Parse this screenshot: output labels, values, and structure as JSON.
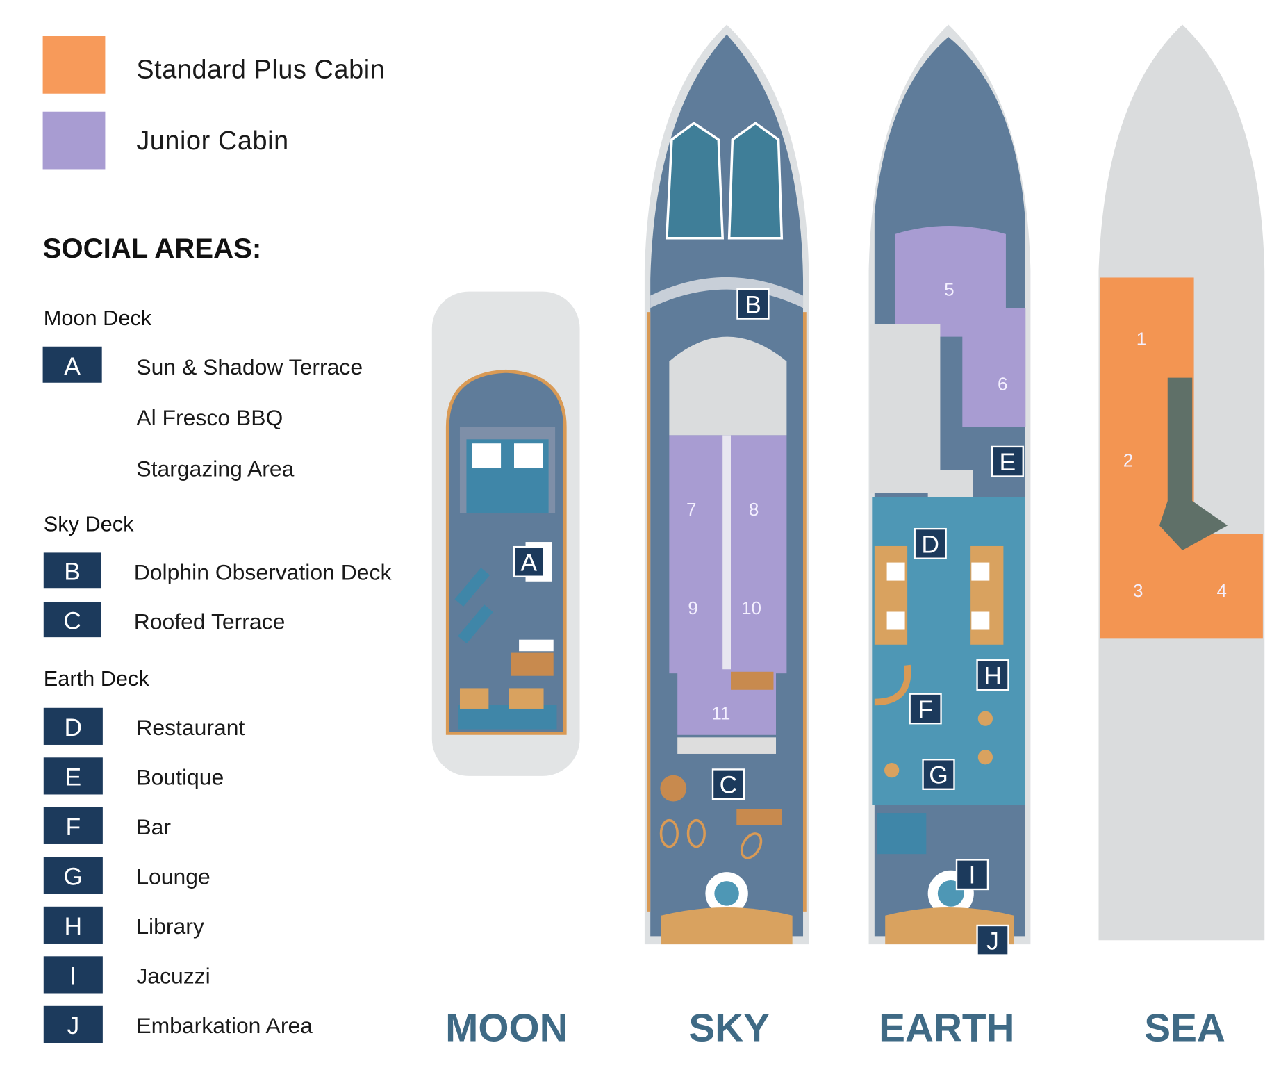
{
  "legend": [
    {
      "label": "Standard Plus Cabin",
      "color": "#F79A5A"
    },
    {
      "label": "Junior Cabin",
      "color": "#A89CD2"
    }
  ],
  "social_title": "SOCIAL AREAS:",
  "groups": [
    {
      "deck": "Moon Deck",
      "items": [
        {
          "key": "A",
          "labels": [
            "Sun & Shadow Terrace",
            "Al Fresco BBQ",
            "Stargazing Area"
          ]
        }
      ]
    },
    {
      "deck": "Sky Deck",
      "items": [
        {
          "key": "B",
          "labels": [
            "Dolphin Observation Deck"
          ]
        },
        {
          "key": "C",
          "labels": [
            "Roofed Terrace"
          ]
        }
      ]
    },
    {
      "deck": "Earth Deck",
      "items": [
        {
          "key": "D",
          "labels": [
            "Restaurant"
          ]
        },
        {
          "key": "E",
          "labels": [
            "Boutique"
          ]
        },
        {
          "key": "F",
          "labels": [
            "Bar"
          ]
        },
        {
          "key": "G",
          "labels": [
            "Lounge"
          ]
        },
        {
          "key": "H",
          "labels": [
            "Library"
          ]
        },
        {
          "key": "I",
          "labels": [
            "Jacuzzi"
          ]
        },
        {
          "key": "J",
          "labels": [
            "Embarkation Area"
          ]
        }
      ]
    }
  ],
  "decks": [
    "MOON",
    "SKY",
    "EARTH",
    "SEA"
  ],
  "cabins": {
    "sky": [
      "7",
      "8",
      "9",
      "10",
      "11"
    ],
    "earth": [
      "5",
      "6"
    ],
    "sea": [
      "1",
      "2",
      "3",
      "4"
    ]
  },
  "colors": {
    "badge": "#1C3A5C",
    "deck_label": "#3F6A85",
    "navy_deck": "#5F7C9A",
    "grey_hull": "#DADCDD",
    "water": "#4E97B5"
  }
}
